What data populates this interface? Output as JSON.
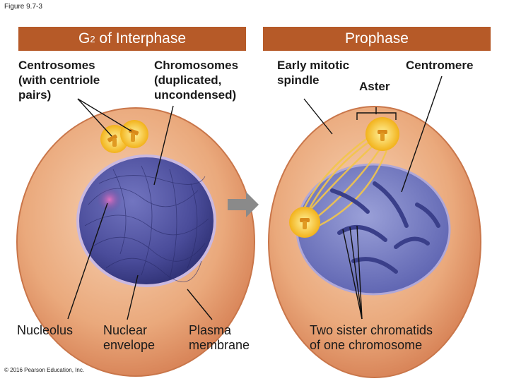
{
  "figure_label": "Figure 9.7-3",
  "panels": {
    "left_title_main": "G",
    "left_title_sub": "2",
    "left_title_rest": " of Interphase",
    "right_title": "Prophase"
  },
  "labels": {
    "centrosomes": "Centrosomes\n(with centriole\npairs)",
    "chromosomes": "Chromosomes\n(duplicated,\nuncondensed)",
    "early_mitotic_spindle": "Early mitotic\nspindle",
    "aster": "Aster",
    "centromere": "Centromere",
    "nucleolus": "Nucleolus",
    "nuclear_envelope": "Nuclear\nenvelope",
    "plasma_membrane": "Plasma\nmembrane",
    "sister_chromatids": "Two sister chromatids\nof one chromosome"
  },
  "copyright": "© 2016 Pearson Education, Inc.",
  "colors": {
    "banner": "#b65a28",
    "cytoplasm": "#e8a77a",
    "nucleus": "#4a4c9a",
    "centrosome": "#f6c12a",
    "arrow": "#8a8a8a"
  }
}
